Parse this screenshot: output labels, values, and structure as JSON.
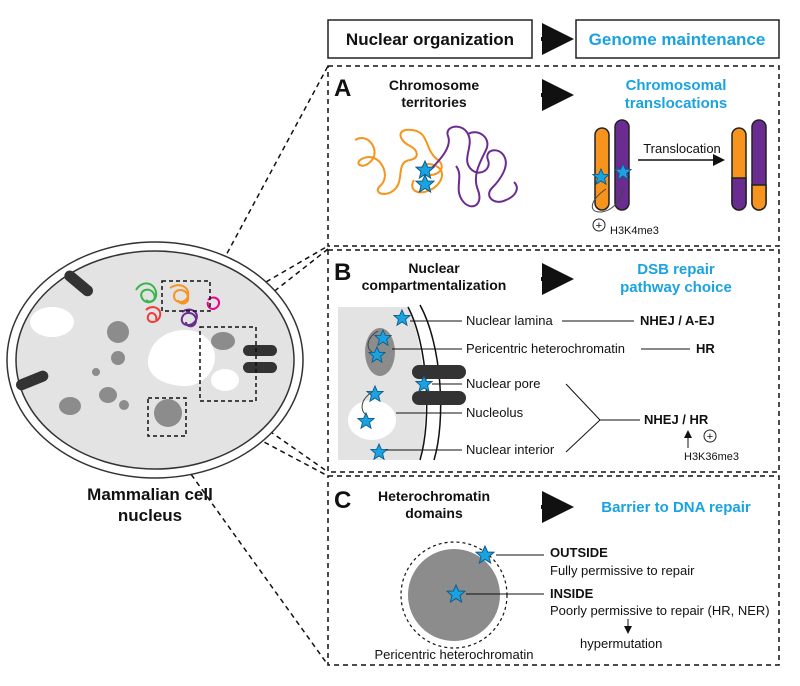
{
  "header": {
    "left_box": "Nuclear organization",
    "right_box": "Genome maintenance"
  },
  "cell": {
    "label_line1": "Mammalian cell",
    "label_line2": "nucleus"
  },
  "panel_a": {
    "letter": "A",
    "title_line1": "Chromosome",
    "title_line2": "territories",
    "outcome_line1": "Chromosomal",
    "outcome_line2": "translocations",
    "arrow_label": "Translocation",
    "mark_label": "H3K4me3",
    "plus": "+"
  },
  "panel_b": {
    "letter": "B",
    "title_line1": "Nuclear",
    "title_line2": "compartmentalization",
    "outcome_line1": "DSB repair",
    "outcome_line2": "pathway choice",
    "rows": [
      {
        "label": "Nuclear lamina",
        "pathway": "NHEJ / A-EJ"
      },
      {
        "label": "Pericentric heterochromatin",
        "pathway": "HR"
      },
      {
        "label": "Nuclear pore"
      },
      {
        "label": "Nucleolus"
      },
      {
        "label": "Nuclear interior"
      }
    ],
    "merged_pathway": "NHEJ / HR",
    "mark_label": "H3K36me3",
    "plus": "+"
  },
  "panel_c": {
    "letter": "C",
    "title_line1": "Heterochromatin",
    "title_line2": "domains",
    "outcome": "Barrier to DNA repair",
    "outside_title": "OUTSIDE",
    "outside_desc": "Fully permissive to repair",
    "inside_title": "INSIDE",
    "inside_desc": "Poorly permissive to repair (HR, NER)",
    "consequence": "hypermutation",
    "domain_label": "Pericentric heterochromatin"
  },
  "colors": {
    "accent": "#1aa3e0",
    "orange": "#f7941d",
    "purple": "#6a2c91",
    "gray": "#8c8c8c",
    "light_gray": "#e0e0e0",
    "dark": "#333333"
  }
}
